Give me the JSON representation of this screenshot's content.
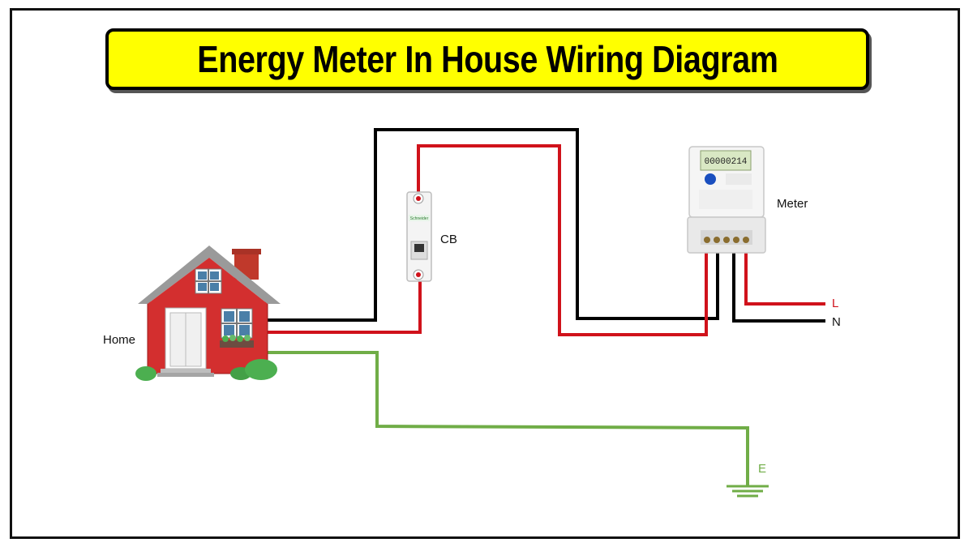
{
  "title": "Energy Meter In House Wiring Diagram",
  "labels": {
    "home": "Home",
    "cb": "CB",
    "meter": "Meter",
    "live": "L",
    "neutral": "N",
    "earth": "E"
  },
  "meter_display": "00000214",
  "cb_brand": "Schneider",
  "colors": {
    "live_wire": "#d0121b",
    "neutral_wire": "#000000",
    "earth_wire": "#70ad47",
    "banner": "#ffff00"
  }
}
